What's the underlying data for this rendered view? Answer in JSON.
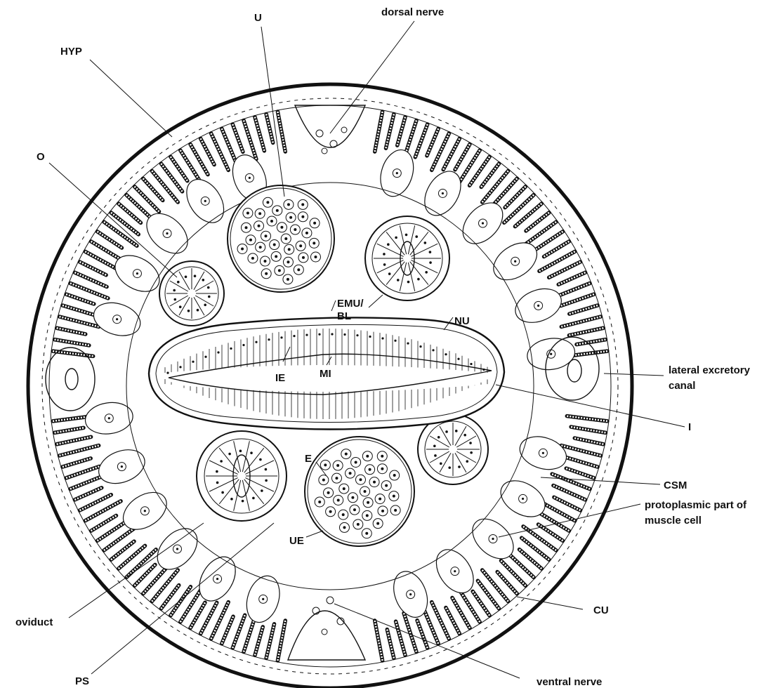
{
  "diagram": {
    "labels": {
      "U": "U",
      "dorsal_nerve": "dorsal nerve",
      "HYP": "HYP",
      "O": "O",
      "EMU": "EMU/",
      "BL": "BL",
      "NU": "NU",
      "IE": "IE",
      "MI": "MI",
      "lateral_excretory_1": "lateral excretory",
      "lateral_excretory_2": "canal",
      "I": "I",
      "E": "E",
      "CSM": "CSM",
      "UE": "UE",
      "protoplasmic_1": "protoplasmic part of",
      "protoplasmic_2": "muscle cell",
      "oviduct": "oviduct",
      "CU": "CU",
      "PS": "PS",
      "ventral_nerve": "ventral nerve"
    }
  }
}
